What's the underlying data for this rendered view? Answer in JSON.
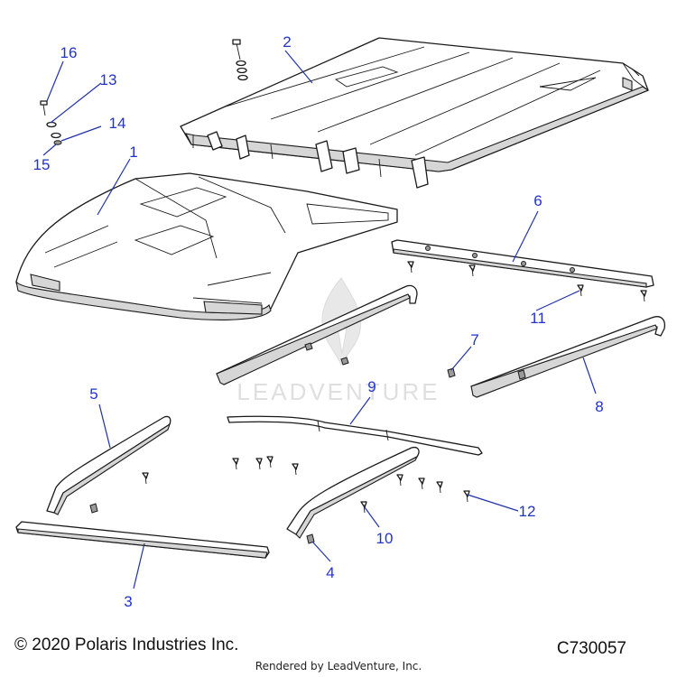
{
  "callouts": {
    "c1": "1",
    "c2": "2",
    "c3": "3",
    "c4": "4",
    "c5": "5",
    "c6": "6",
    "c7": "7",
    "c8": "8",
    "c9": "9",
    "c10": "10",
    "c11": "11",
    "c12": "12",
    "c13": "13",
    "c14": "14",
    "c15": "15",
    "c16": "16"
  },
  "watermark": {
    "text": "LEADVENTURE"
  },
  "footer": {
    "copyright": "© 2020 Polaris Industries Inc.",
    "drawing_number": "C730057",
    "rendered_by": "Rendered by LeadVenture, Inc."
  },
  "colors": {
    "callout": "#2233cc",
    "line": "#1a1a1a",
    "watermark": "#dcdcdc"
  }
}
